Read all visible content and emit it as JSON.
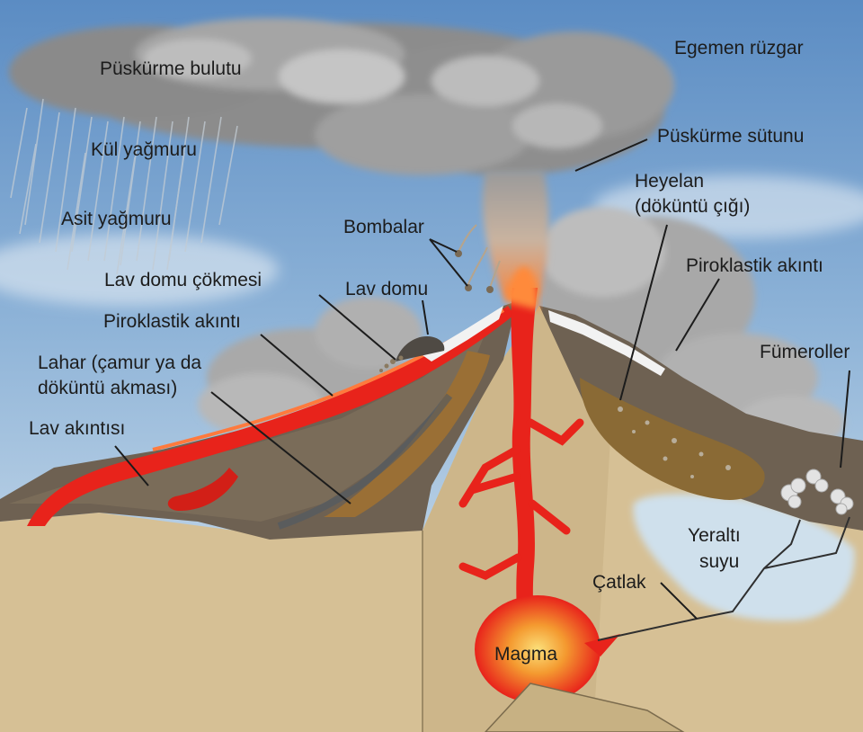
{
  "labels": {
    "eruption_cloud": "Püskürme bulutu",
    "prevailing_wind": "Egemen rüzgar",
    "ash_rain": "Kül yağmuru",
    "eruption_column": "Püskürme sütunu",
    "acid_rain": "Asit yağmuru",
    "landslide_line1": "Heyelan",
    "landslide_line2": "(döküntü çığı)",
    "bombs": "Bombalar",
    "pyroclastic_flow_right": "Piroklastik akıntı",
    "lava_dome_collapse": "Lav domu çökmesi",
    "lava_dome": "Lav domu",
    "pyroclastic_flow_left": "Piroklastik akıntı",
    "fumaroles": "Fümeroller",
    "lahar_line1": "Lahar (çamur ya da",
    "lahar_line2": "döküntü akması)",
    "lava_flow": "Lav akıntısı",
    "groundwater_line1": "Yeraltı",
    "groundwater_line2": "suyu",
    "crack": "Çatlak",
    "magma": "Magma"
  },
  "colors": {
    "sky_top": "#5f8fc4",
    "sky_bottom": "#d9e6f0",
    "ground": "#d6c095",
    "lava": "#e8231b",
    "magma_core": "#f7b23a",
    "cloud": "#9a9a9a",
    "rock": "#6e6152",
    "debris": "#8a6a35",
    "groundwater": "#cfe0ec"
  }
}
